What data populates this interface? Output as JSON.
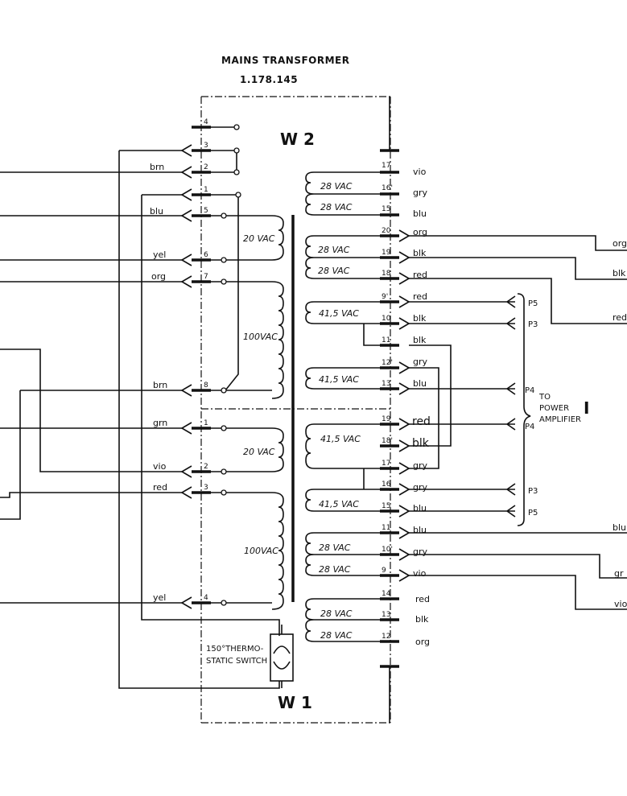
{
  "title": {
    "line1": "MAINS TRANSFORMER",
    "line2": "1.178.145"
  },
  "windings": {
    "top": "W 2",
    "bottom": "W 1"
  },
  "thermostat": {
    "line1": "150°THERMO-",
    "line2": "STATIC SWITCH"
  },
  "amplifier_label": {
    "line1": "TO",
    "line2": "POWER",
    "line3": "AMPLIFIER",
    "roman": "I"
  },
  "primary": {
    "pins_w2": [
      "4",
      "3",
      "2",
      "1",
      "5",
      "6",
      "7",
      "8"
    ],
    "pins_w1": [
      "1",
      "2",
      "3",
      "4"
    ],
    "wires_w2": [
      "brn",
      "blu",
      "yel",
      "org",
      "brn"
    ],
    "wires_w1": [
      "grn",
      "vio",
      "red",
      "yel"
    ],
    "voltages": [
      "20 VAC",
      "100VAC",
      "20 VAC",
      "100VAC"
    ]
  },
  "secondary": {
    "pins": [
      "17",
      "16'",
      "15",
      "20",
      "19",
      "18",
      "9'",
      "10",
      "11",
      "12'",
      "13",
      "19",
      "18'",
      "17",
      "16",
      "15",
      "11",
      "10'",
      "9",
      "14",
      "13",
      "12"
    ],
    "wires": [
      "vio",
      "gry",
      "blu",
      "org",
      "blk",
      "red",
      "red",
      "blk",
      "blk",
      "gry",
      "blu",
      "red",
      "blk",
      "gry",
      "gry",
      "blu",
      "blu",
      "gry",
      "vio",
      "red",
      "blk",
      "org"
    ],
    "voltages": [
      "28 VAC",
      "28 VAC",
      "28 VAC",
      "28 VAC",
      "41,5 VAC",
      "41,5 VAC",
      "41,5 VAC",
      "41,5 VAC",
      "28 VAC",
      "28 VAC",
      "28 VAC",
      "28 VAC"
    ]
  },
  "right_wires": [
    "org",
    "blk",
    "red",
    "blu",
    "gr",
    "vio"
  ],
  "connectors": [
    "P5",
    "P3",
    "P4",
    "P4",
    "P3",
    "P5"
  ]
}
